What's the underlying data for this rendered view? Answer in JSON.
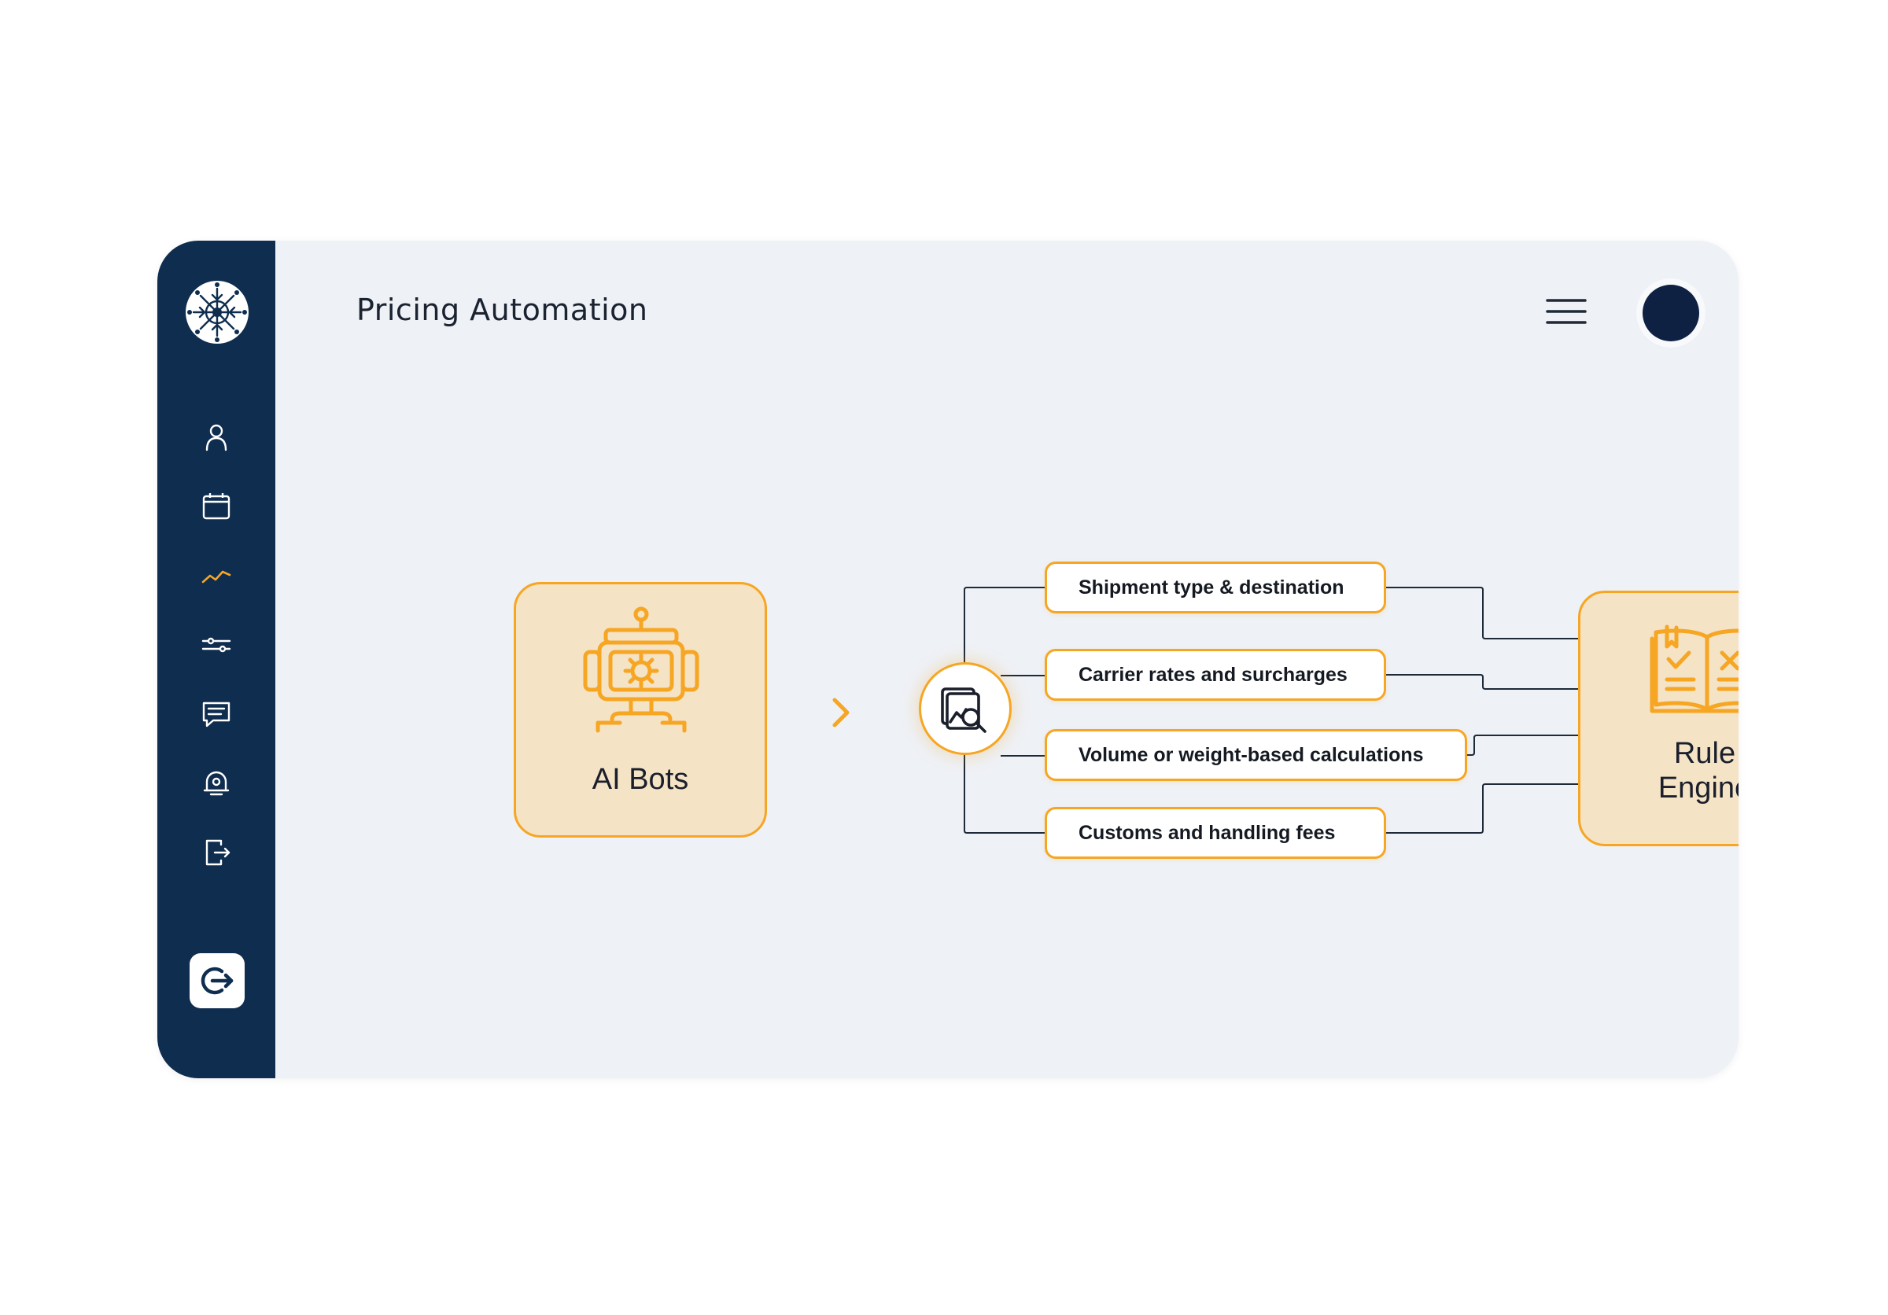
{
  "page": {
    "title": "Pricing Automation"
  },
  "sidebar": {
    "logo": "snowflake-gear-logo",
    "items": [
      {
        "icon": "user-icon"
      },
      {
        "icon": "calendar-icon"
      },
      {
        "icon": "trend-line-icon",
        "active": true
      },
      {
        "icon": "sliders-icon"
      },
      {
        "icon": "chat-icon"
      },
      {
        "icon": "alarm-bell-icon"
      },
      {
        "icon": "exit-door-icon"
      }
    ],
    "logout_icon": "logout-icon"
  },
  "header": {
    "menu_icon": "hamburger-menu-icon",
    "avatar": "user-avatar"
  },
  "flow": {
    "source": {
      "label": "AI Bots",
      "icon": "robot-gear-icon"
    },
    "connector_icon": "chevron-right-icon",
    "hub_icon": "document-search-icon",
    "factors": [
      "Shipment type & destination",
      "Carrier rates and surcharges",
      "Volume or weight-based calculations",
      "Customs and handling fees"
    ],
    "target": {
      "label_line1": "Rule",
      "label_line2": "Engine",
      "icon": "rule-book-icon"
    }
  },
  "colors": {
    "sidebar_bg": "#0f2d4f",
    "accent": "#f6a623",
    "card_fill": "#f5e3c6",
    "canvas_bg": "#eef1f6",
    "wire": "#1e2a38"
  }
}
